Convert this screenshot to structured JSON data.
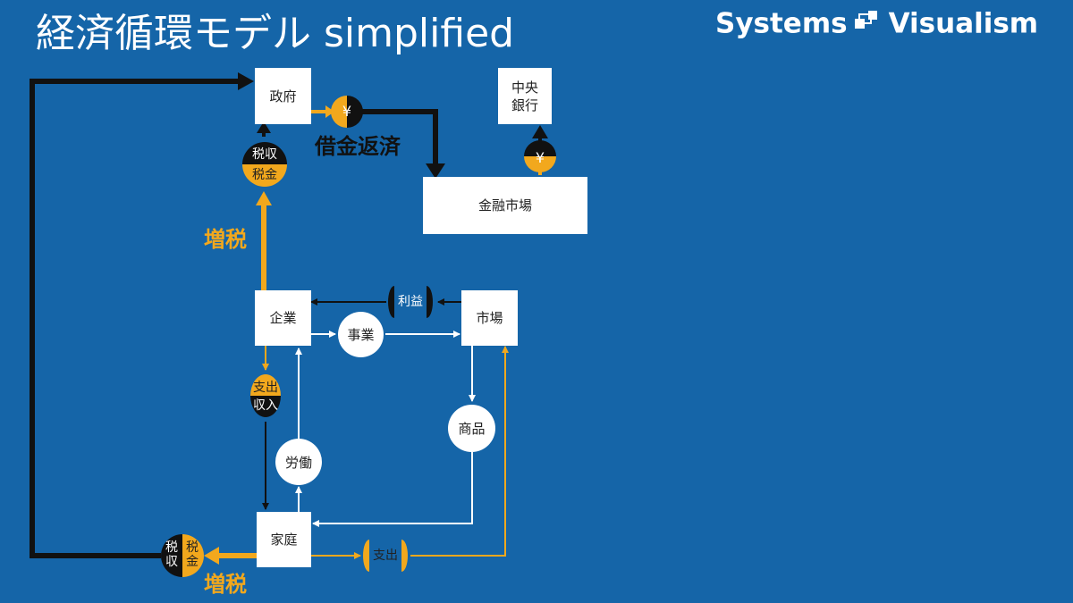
{
  "title": "経済循環モデル simplified",
  "brand": {
    "left_word": "Systems",
    "right_word": "Visualism",
    "logo_icon": "flow-logo-icon"
  },
  "colors": {
    "background": "#1565a8",
    "accent": "#f2a81d",
    "black": "#111111",
    "white": "#ffffff"
  },
  "nodes": {
    "government": "政府",
    "central_bank": "中央\n銀行",
    "financial_market": "金融市場",
    "company": "企業",
    "market": "市場",
    "household": "家庭"
  },
  "bubbles": {
    "business": "事業",
    "goods": "商品",
    "labor": "労働"
  },
  "tokens": {
    "gov_tax_top": "税収",
    "gov_tax_bottom": "税金",
    "profit": "利益",
    "company_flow_top": "支出",
    "company_flow_bottom": "収入",
    "household_spend": "支出",
    "household_tax_left": "税\n収",
    "household_tax_right": "税\n金",
    "yen_symbol": "¥"
  },
  "labels": {
    "repayment": "借金返済",
    "tax_increase_upper": "増税",
    "tax_increase_lower": "増税"
  }
}
